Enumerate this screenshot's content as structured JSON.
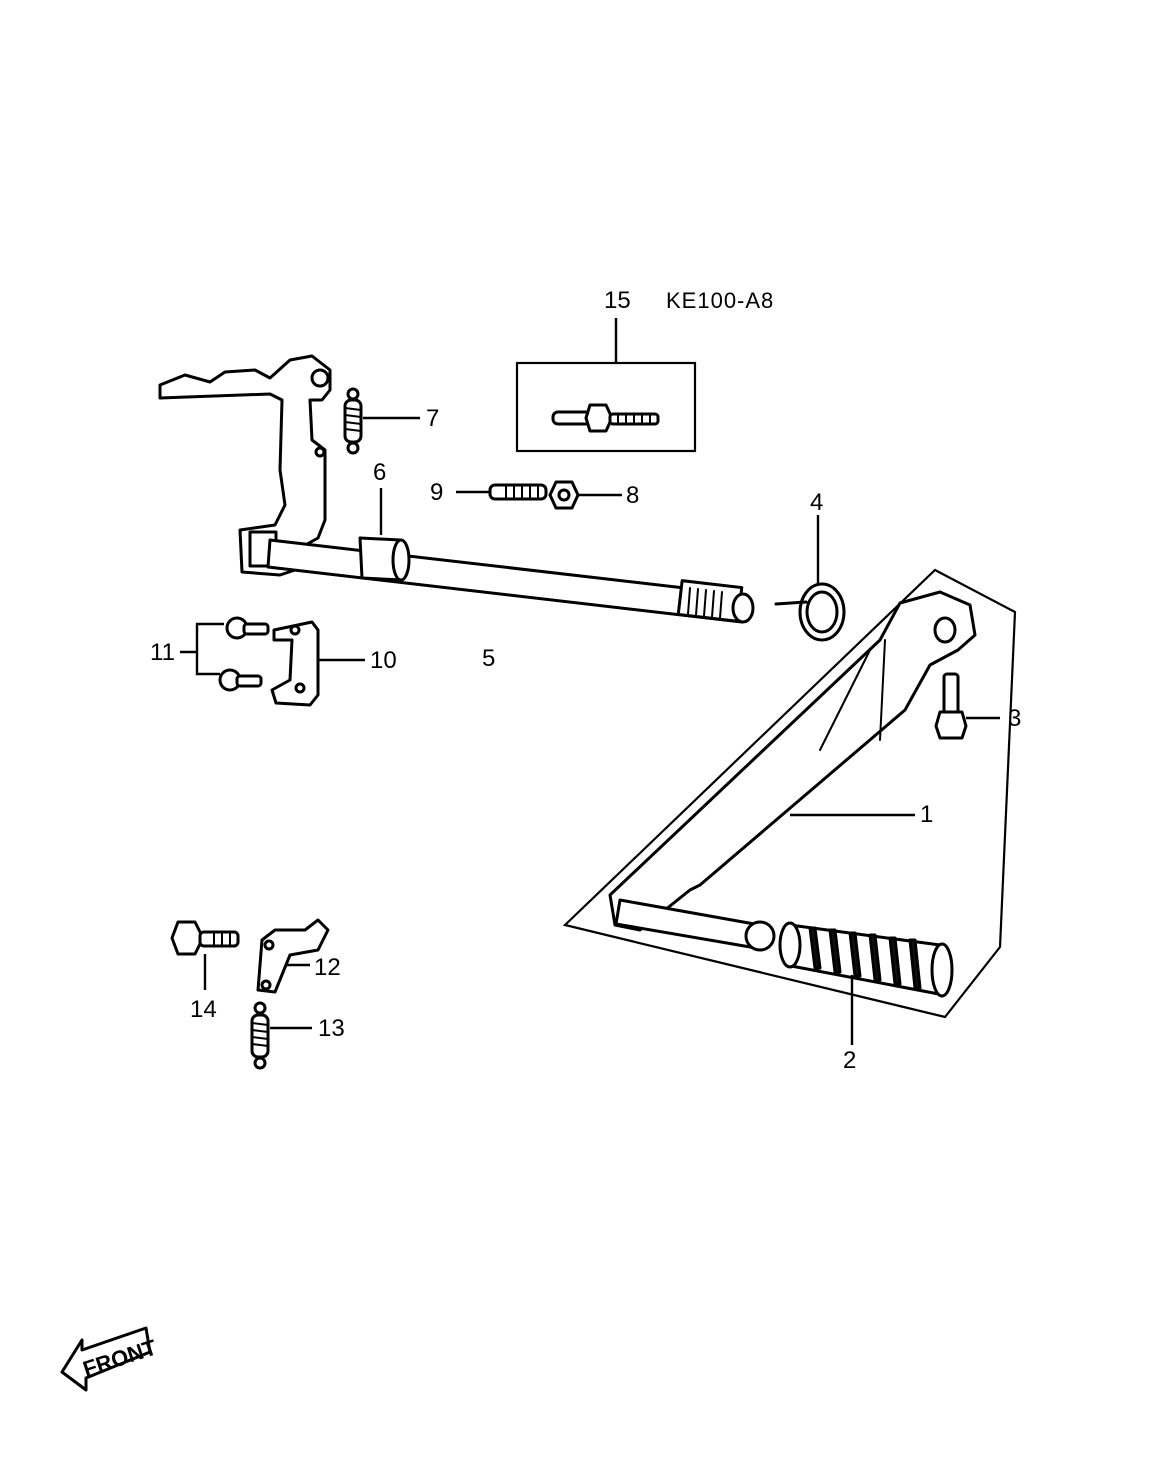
{
  "model_code": "KE100-A8",
  "callouts": {
    "p1": "1",
    "p2": "2",
    "p3": "3",
    "p4": "4",
    "p5": "5",
    "p6": "6",
    "p7": "7",
    "p8": "8",
    "p9": "9",
    "p10": "10",
    "p11": "11",
    "p12": "12",
    "p13": "13",
    "p14": "14",
    "p15": "15"
  },
  "direction_arrow": {
    "label": "FRONT",
    "icon": "front-arrow-icon"
  }
}
